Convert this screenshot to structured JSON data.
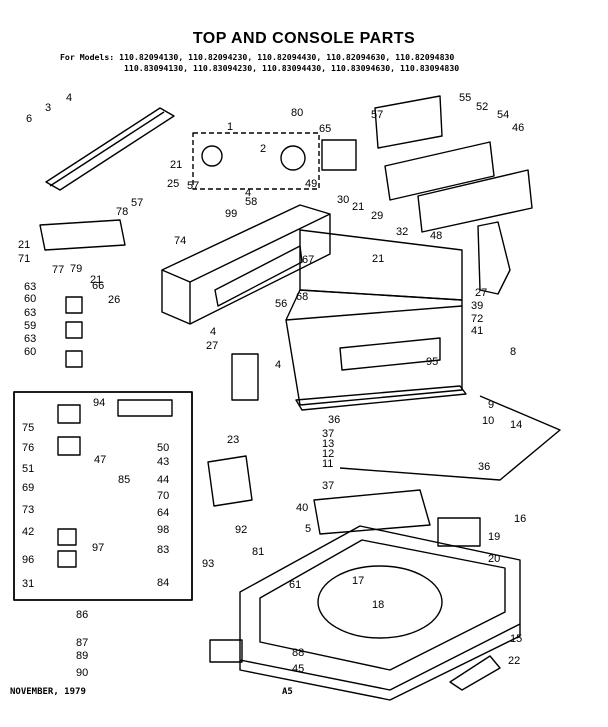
{
  "header": {
    "title": "TOP AND CONSOLE PARTS",
    "models_label": "For Models:",
    "models_line1": "110.82094130, 110.82094230, 110.82094430, 110.82094630, 110.82094830",
    "models_line2": "110.83094130, 110.83094230, 110.83094430, 110.83094630, 110.83094830"
  },
  "footer": {
    "date": "NOVEMBER, 1979",
    "page": "A5"
  },
  "callouts": [
    "1",
    "2",
    "3",
    "4",
    "4",
    "4",
    "4",
    "5",
    "6",
    "8",
    "9",
    "10",
    "11",
    "12",
    "13",
    "14",
    "15",
    "16",
    "17",
    "18",
    "19",
    "20",
    "21",
    "21",
    "21",
    "21",
    "21",
    "22",
    "23",
    "25",
    "26",
    "27",
    "27",
    "29",
    "30",
    "31",
    "32",
    "36",
    "36",
    "37",
    "37",
    "39",
    "40",
    "41",
    "42",
    "43",
    "44",
    "45",
    "46",
    "47",
    "48",
    "49",
    "50",
    "51",
    "52",
    "54",
    "55",
    "56",
    "57",
    "57",
    "57",
    "58",
    "59",
    "60",
    "60",
    "61",
    "63",
    "63",
    "63",
    "64",
    "65",
    "66",
    "67",
    "68",
    "69",
    "70",
    "71",
    "72",
    "73",
    "74",
    "75",
    "76",
    "77",
    "78",
    "79",
    "80",
    "81",
    "83",
    "84",
    "85",
    "86",
    "87",
    "88",
    "89",
    "90",
    "92",
    "93",
    "94",
    "95",
    "96",
    "97",
    "98",
    "99"
  ]
}
